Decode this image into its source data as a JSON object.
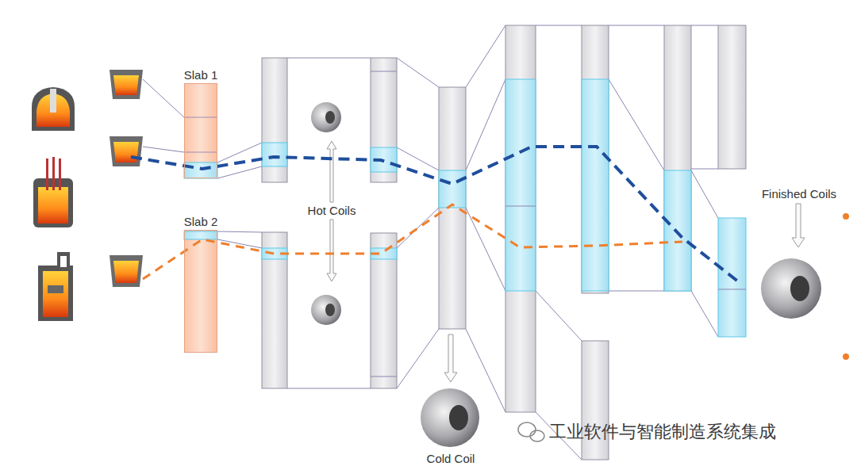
{
  "diagram": {
    "nodes": [
      {
        "text": [
          "Slab 1"
        ]
      },
      {
        "text": [
          "Slab 2"
        ]
      }
    ],
    "labels": [
      "Hot Coils",
      "Cold Coil",
      "Finished Coils",
      "工业软件与智能制造系统集成"
    ]
  }
}
